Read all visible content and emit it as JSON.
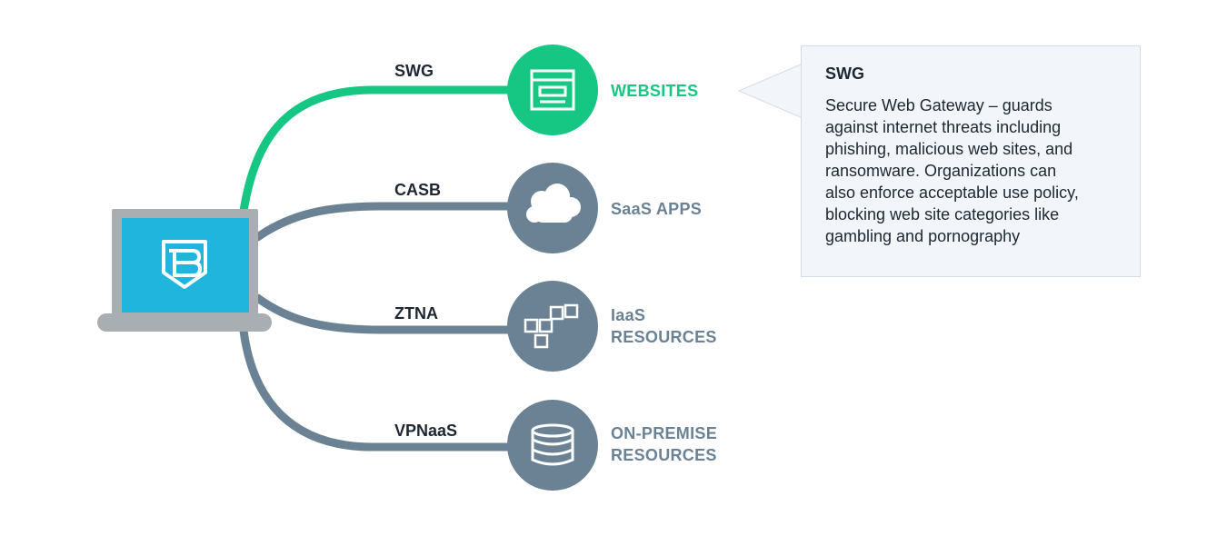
{
  "colors": {
    "active": "#16c783",
    "inactive": "#6b8295",
    "laptop_frame": "#a9aeb3",
    "laptop_screen": "#1fb5dd",
    "callout_bg": "#f2f6fa",
    "callout_border": "#d4dde6",
    "text_dark": "#1d2733"
  },
  "connections": [
    {
      "label": "SWG",
      "active": true,
      "icon": "browser-window-icon",
      "destination": [
        "WEBSITES"
      ]
    },
    {
      "label": "CASB",
      "active": false,
      "icon": "cloud-icon",
      "destination": [
        "SaaS APPS"
      ]
    },
    {
      "label": "ZTNA",
      "active": false,
      "icon": "cubes-icon",
      "destination": [
        "IaaS",
        "RESOURCES"
      ]
    },
    {
      "label": "VPNaaS",
      "active": false,
      "icon": "database-icon",
      "destination": [
        "ON-PREMISE",
        "RESOURCES"
      ]
    }
  ],
  "callout": {
    "title": "SWG",
    "lines": [
      "Secure Web Gateway – guards",
      "against internet threats including",
      "phishing, malicious web sites, and",
      "ransomware. Organizations can",
      "also enforce acceptable use policy,",
      "blocking web site categories like",
      "gambling and pornography"
    ]
  },
  "laptop": {
    "logo": "shield-b-logo-icon"
  }
}
